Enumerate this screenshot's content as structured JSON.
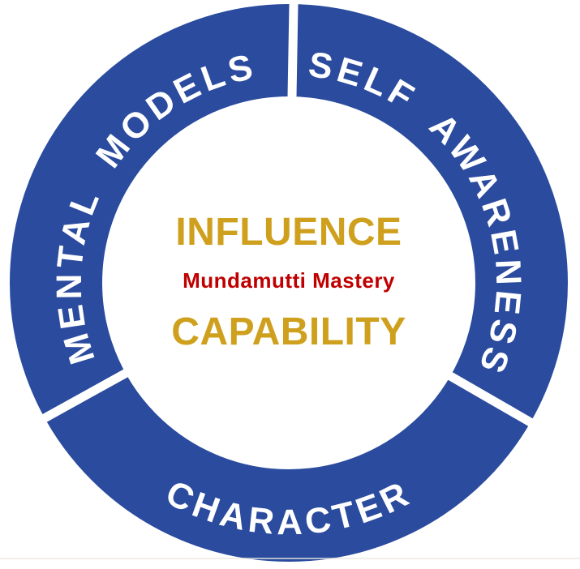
{
  "diagram": {
    "type": "ring-diagram",
    "background": "#ffffff",
    "ring": {
      "color": "#2a4b9e",
      "label_color": "#ffffff",
      "segments": [
        {
          "label": "MENTAL MODELS",
          "position": "upper-left"
        },
        {
          "label": "SELF AWARENESS",
          "position": "upper-right"
        },
        {
          "label": "CHARACTER",
          "position": "bottom"
        }
      ]
    },
    "center": {
      "line1": {
        "text": "INFLUENCE",
        "color": "#cfa01d"
      },
      "line2": {
        "text": "Mundamutti Mastery",
        "color": "#c00000"
      },
      "line3": {
        "text": "CAPABILITY",
        "color": "#cfa01d"
      }
    }
  }
}
